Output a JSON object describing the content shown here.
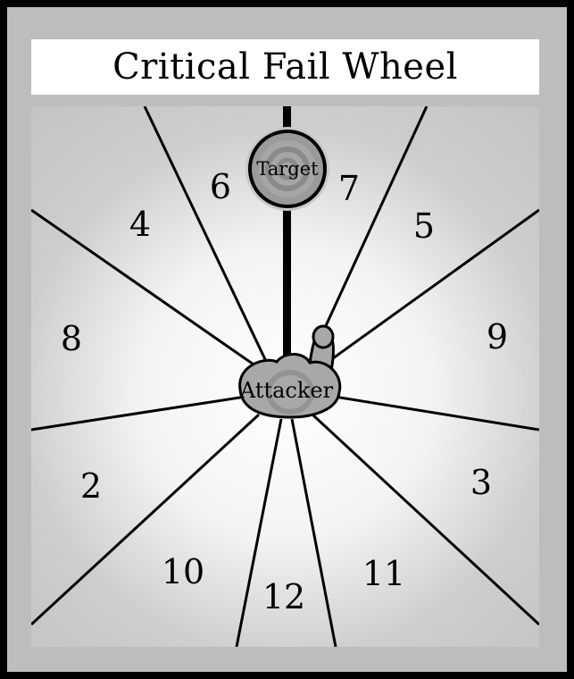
{
  "title": "Critical Fail Wheel",
  "labels": {
    "target": "Target",
    "attacker": "Attacker"
  },
  "segments": {
    "n6": "6",
    "n7": "7",
    "n4": "4",
    "n5": "5",
    "n8": "8",
    "n9": "9",
    "n2": "2",
    "n3": "3",
    "n10": "10",
    "n11": "11",
    "n12": "12"
  },
  "colors": {
    "frame": "#000000",
    "border": "#bdbdbd",
    "panel": "#ffffff",
    "wheel_center": "#ffffff",
    "wheel_edge": "#c8c8c8",
    "figure": "#a8a8a8"
  }
}
